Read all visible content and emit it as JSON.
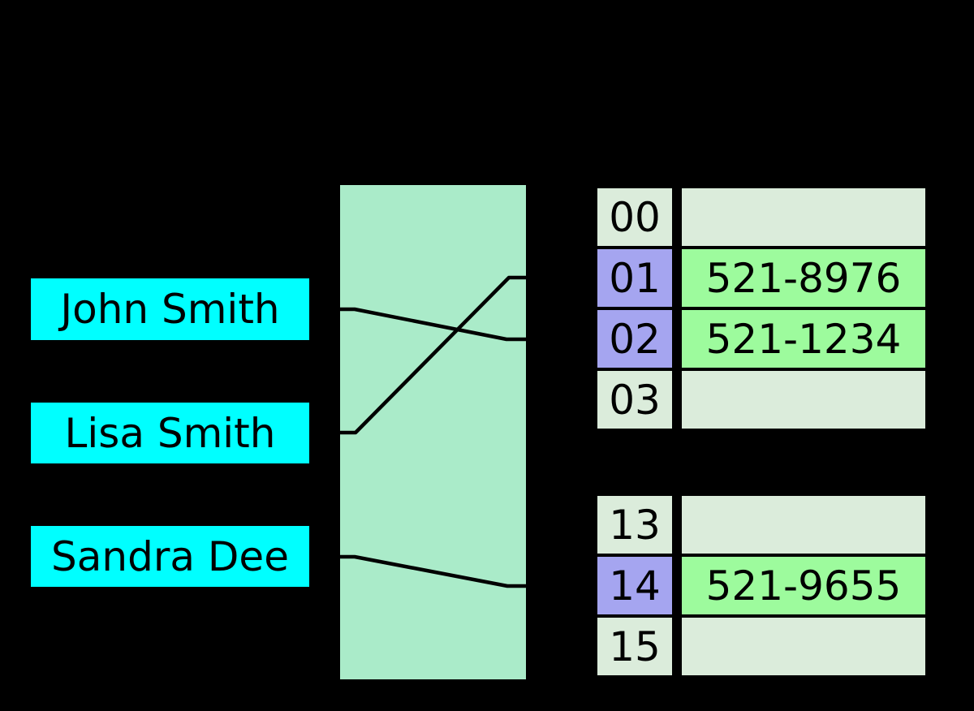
{
  "keys": {
    "items": [
      {
        "label": "John Smith"
      },
      {
        "label": "Lisa Smith"
      },
      {
        "label": "Sandra Dee"
      }
    ]
  },
  "buckets": {
    "upper": {
      "rows": [
        {
          "index": "00",
          "value": "",
          "highlighted": false
        },
        {
          "index": "01",
          "value": "521-8976",
          "highlighted": true
        },
        {
          "index": "02",
          "value": "521-1234",
          "highlighted": true
        },
        {
          "index": "03",
          "value": "",
          "highlighted": false
        }
      ]
    },
    "lower": {
      "rows": [
        {
          "index": "13",
          "value": "",
          "highlighted": false
        },
        {
          "index": "14",
          "value": "521-9655",
          "highlighted": true
        },
        {
          "index": "15",
          "value": "",
          "highlighted": false
        }
      ]
    }
  },
  "mappings": [
    {
      "key": "John Smith",
      "bucket": "02"
    },
    {
      "key": "Lisa Smith",
      "bucket": "01"
    },
    {
      "key": "Sandra Dee",
      "bucket": "14"
    }
  ],
  "colors": {
    "background": "#000000",
    "key_fill": "#00ffff",
    "hash_box_fill": "#aaebc9",
    "bucket_empty_fill": "#dbecdb",
    "bucket_index_highlight_fill": "#a5a5f0",
    "bucket_value_fill": "#9dfb9d",
    "line_color": "#000000",
    "text_color": "#000000"
  }
}
